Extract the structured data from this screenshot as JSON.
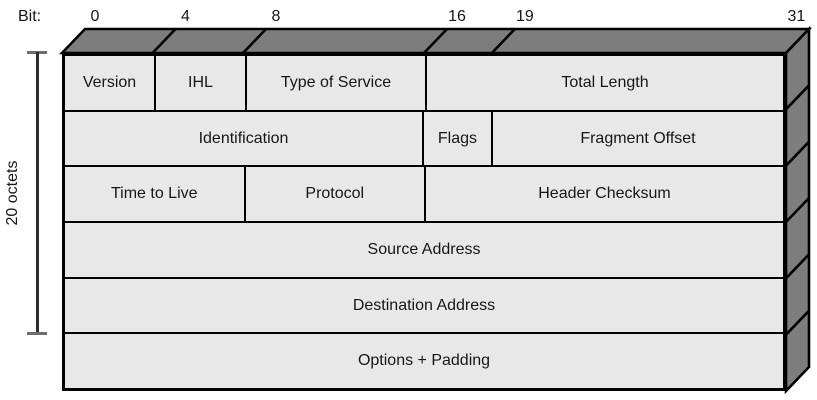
{
  "diagram": {
    "kind": "ipv4-header-format",
    "total_bits": 32,
    "rows_count": 6
  },
  "colors": {
    "front_face": "#e8e8e8",
    "shadow_face": "#7d7d7d",
    "border": "#000000",
    "bracket_line": "#2e2e2e",
    "bracket_cap": "#6e6e6e",
    "text": "#161616",
    "background": "#ffffff"
  },
  "bit_scale": {
    "label": "Bit:",
    "ticks": [
      {
        "value": "0",
        "bit": 0
      },
      {
        "value": "4",
        "bit": 4
      },
      {
        "value": "8",
        "bit": 8
      },
      {
        "value": "16",
        "bit": 16
      },
      {
        "value": "19",
        "bit": 19
      },
      {
        "value": "31",
        "bit": 31
      }
    ]
  },
  "left_bracket": {
    "label": "20 octets",
    "rows_spanned": 5
  },
  "top_face_boundary_bits": [
    4,
    8,
    16,
    19
  ],
  "header_rows": [
    {
      "fields": [
        {
          "label": "Version",
          "bits": 4
        },
        {
          "label": "IHL",
          "bits": 4
        },
        {
          "label": "Type of Service",
          "bits": 8
        },
        {
          "label": "Total Length",
          "bits": 16
        }
      ]
    },
    {
      "fields": [
        {
          "label": "Identification",
          "bits": 16
        },
        {
          "label": "Flags",
          "bits": 3
        },
        {
          "label": "Fragment Offset",
          "bits": 13
        }
      ]
    },
    {
      "fields": [
        {
          "label": "Time to Live",
          "bits": 8
        },
        {
          "label": "Protocol",
          "bits": 8
        },
        {
          "label": "Header Checksum",
          "bits": 16
        }
      ]
    },
    {
      "fields": [
        {
          "label": "Source Address",
          "bits": 32
        }
      ]
    },
    {
      "fields": [
        {
          "label": "Destination Address",
          "bits": 32
        }
      ]
    },
    {
      "fields": [
        {
          "label": "Options + Padding",
          "bits": 32
        }
      ]
    }
  ]
}
